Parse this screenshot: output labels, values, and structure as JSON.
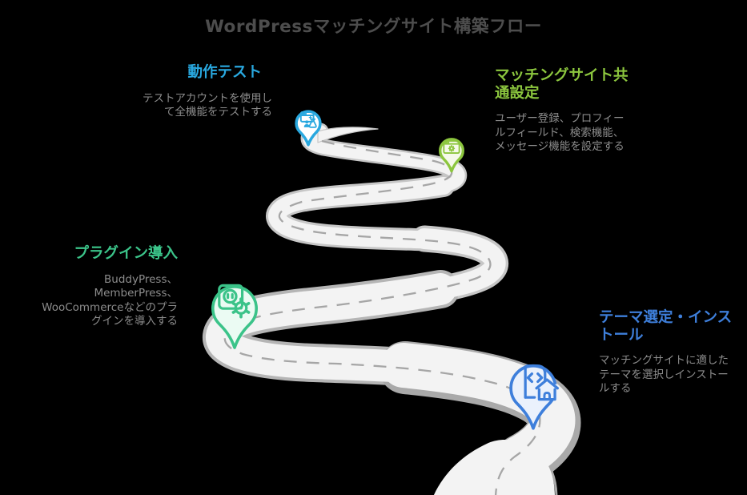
{
  "title": "WordPressマッチングサイト構築フロー",
  "title_color": "#4d4d4d",
  "background_color": "#000000",
  "description_color": "#8c8c8c",
  "road": {
    "surface_color": "#f3f3f3",
    "edge_color": "#c6c6c6",
    "shadow_color": "#a9a9a9",
    "dash_color": "#a6a6a6"
  },
  "steps": [
    {
      "id": "theme-select-install",
      "label_lines": [
        "テーマ選定・インス",
        "トール"
      ],
      "description_lines": [
        "マッチングサイトに適した",
        "テーマを選択しインストー",
        "ルする"
      ],
      "accent_color": "#3e7fdb",
      "pin_fill": "#eaf1fc",
      "icon": "code-file-home-icon"
    },
    {
      "id": "plugin-install",
      "label_lines": [
        "プラグイン導入"
      ],
      "description_lines": [
        "BuddyPress、",
        "MemberPress、",
        "WooCommerceなどのプラ",
        "グインを導入する"
      ],
      "accent_color": "#3bc389",
      "pin_fill": "#ebfbf3",
      "icon": "plug-gear-icon"
    },
    {
      "id": "common-settings",
      "label_lines": [
        "マッチングサイト共",
        "通設定"
      ],
      "description_lines": [
        "ユーザー登録、プロフィー",
        "ルフィールド、検索機能、",
        "メッセージ機能を設定する"
      ],
      "accent_color": "#8cc63e",
      "pin_fill": "#f5f9ea",
      "icon": "browser-gear-icon"
    },
    {
      "id": "operation-test",
      "label_lines": [
        "動作テスト"
      ],
      "description_lines": [
        "テストアカウントを使用し",
        "て全機能をテストする"
      ],
      "accent_color": "#29a8df",
      "pin_fill": "#ffffff",
      "icon": "browser-flask-icon"
    }
  ]
}
